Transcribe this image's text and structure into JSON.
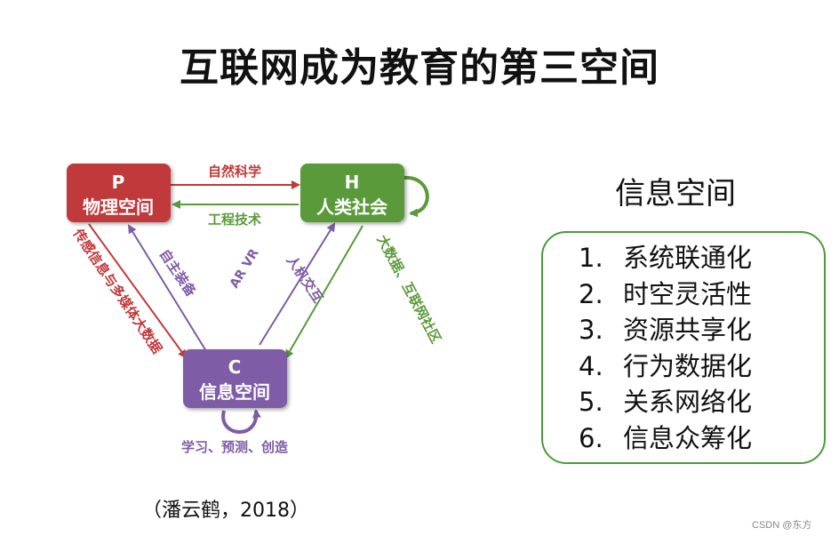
{
  "title": "互联网成为教育的第三空间",
  "nodes": {
    "p": {
      "letter": "P",
      "name": "物理空间",
      "color": "#c0393b"
    },
    "h": {
      "letter": "H",
      "name": "人类社会",
      "color": "#5a9a3a"
    },
    "c": {
      "letter": "C",
      "name": "信息空间",
      "color": "#7e5ca6"
    }
  },
  "edges": {
    "p_to_h": "自然科学",
    "h_to_p": "工程技术",
    "p_to_c": "传感信息与多媒体大数据",
    "c_to_p": "自主装备",
    "c_to_h_vr": "VR",
    "c_to_h_ar": "AR",
    "h_to_c_hci": "人机交互",
    "h_c_bigdata": "大数据、互联网社区",
    "c_loop": "学习、预测、创造"
  },
  "side_title": "信息空间",
  "list": [
    {
      "num": "1.",
      "text": "系统联通化"
    },
    {
      "num": "2.",
      "text": "时空灵活性"
    },
    {
      "num": "3.",
      "text": "资源共享化"
    },
    {
      "num": "4.",
      "text": "行为数据化"
    },
    {
      "num": "5.",
      "text": "关系网络化"
    },
    {
      "num": "6.",
      "text": "信息众筹化"
    }
  ],
  "citation": "（潘云鹤，2018）",
  "watermark": "CSDN @东方"
}
